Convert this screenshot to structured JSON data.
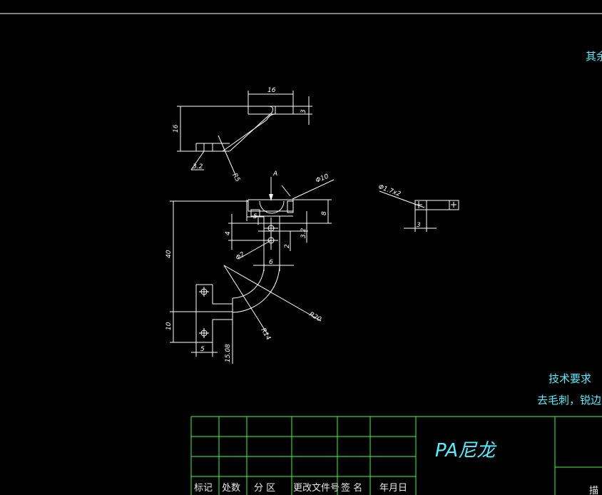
{
  "colors": {
    "background": "#000000",
    "linework": "#ffffff",
    "annotation": "#4ff0ff",
    "titleblock": "#3cff3c"
  },
  "notes": {
    "top_right_partial": "其余",
    "tech_title": "技术要求",
    "tech_item": "去毛刺，锐边",
    "partial_right_bottom": "描"
  },
  "material": "PA尼龙",
  "titleblock_headers": [
    "标记",
    "处数",
    "分 区",
    "更改文件号",
    "签 名",
    "年月日"
  ],
  "dims": {
    "side_width": "16",
    "side_height": "16",
    "side_thick": "3",
    "side_foot": "3.2",
    "side_bend": "R5",
    "view_label": "A",
    "dia_top": "Φ10",
    "right_gap": "8",
    "right_step": "3.2",
    "left_offset": "5",
    "left_h": "4",
    "small_h": "2",
    "hole_dia": "Φ2",
    "stem_w": "6",
    "total_h": "40",
    "foot_gap": "10",
    "r_outer": "R20",
    "r_inner": "R14",
    "foot_w": "5",
    "foot_len": "15.08",
    "detail_dia": "Φ1.7x2",
    "detail_thick": "3"
  }
}
